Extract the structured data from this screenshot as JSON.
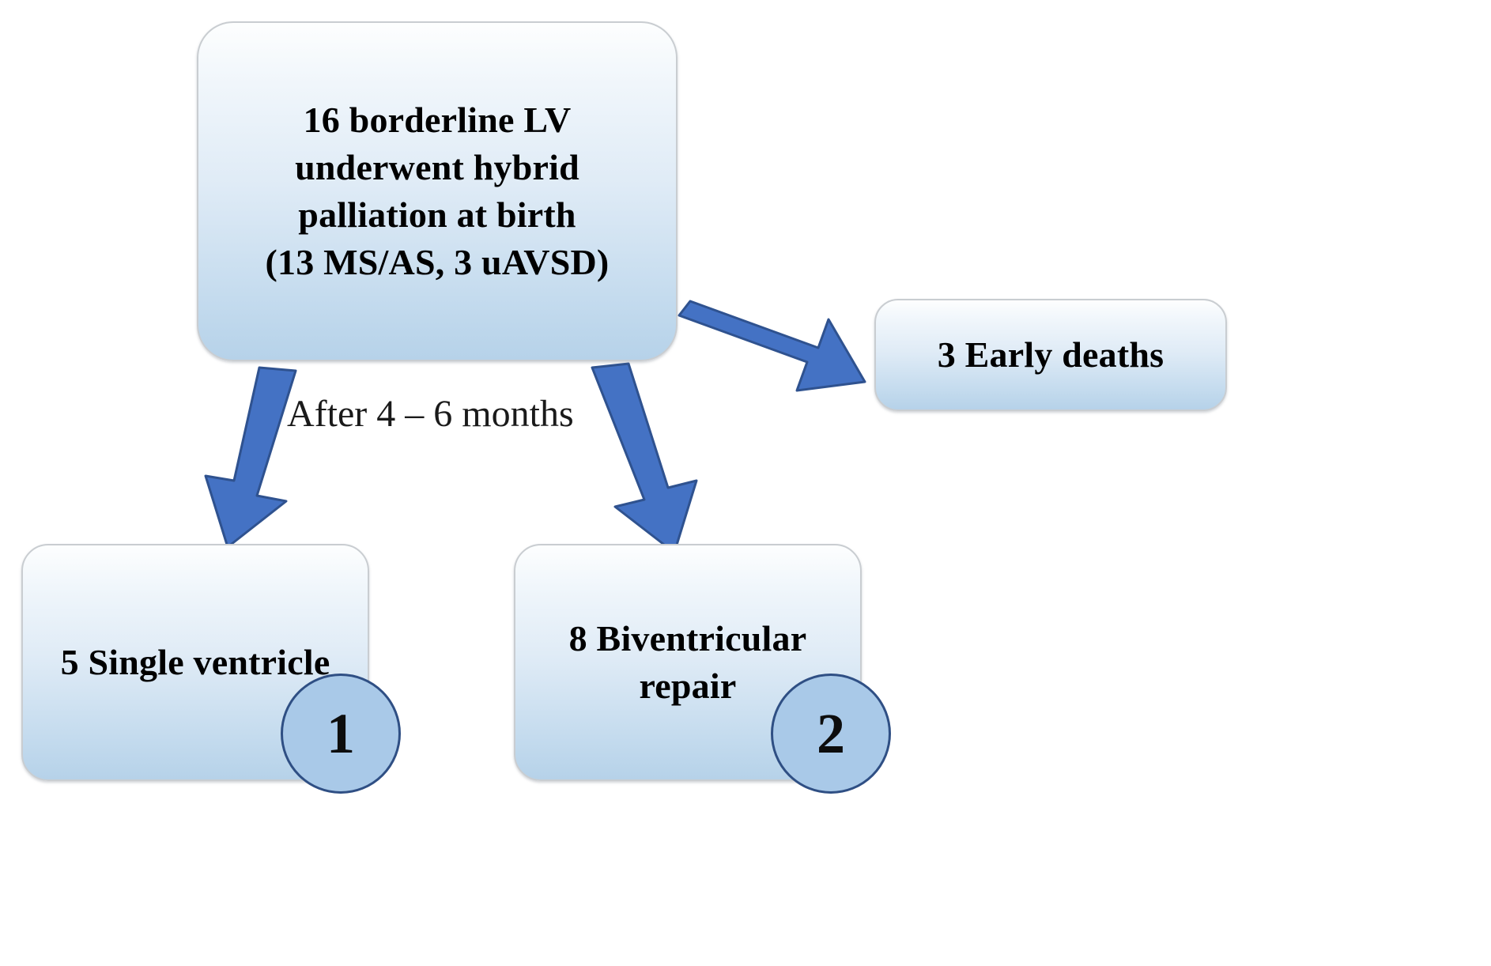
{
  "diagram": {
    "title": "Hybrid palliation outcome flowchart",
    "colors": {
      "arrow": "#4472C4",
      "arrow_stroke": "#2F528F",
      "node_fill_top": "#FDFEFE",
      "node_fill_bottom": "#B6D2E9",
      "node_border": "#C9CDD1",
      "badge_fill": "#A9C9E8",
      "badge_border": "#2F4F84",
      "text": "#000000"
    },
    "nodes": {
      "root": {
        "lines": [
          "16 borderline LV",
          "underwent hybrid",
          "palliation at birth",
          "(13 MS/AS, 3 uAVSD)"
        ]
      },
      "early_deaths": {
        "label": "3 Early deaths"
      },
      "single_ventricle": {
        "lines": [
          "5 Single ventricle"
        ],
        "badge": "1"
      },
      "biventricular_repair": {
        "lines": [
          "8 Biventricular",
          "repair"
        ],
        "badge": "2"
      }
    },
    "edges": {
      "to_deaths": {
        "label": ""
      },
      "to_single": {
        "label": "After 4 – 6 months"
      },
      "to_biventricular": {
        "label": ""
      }
    }
  }
}
